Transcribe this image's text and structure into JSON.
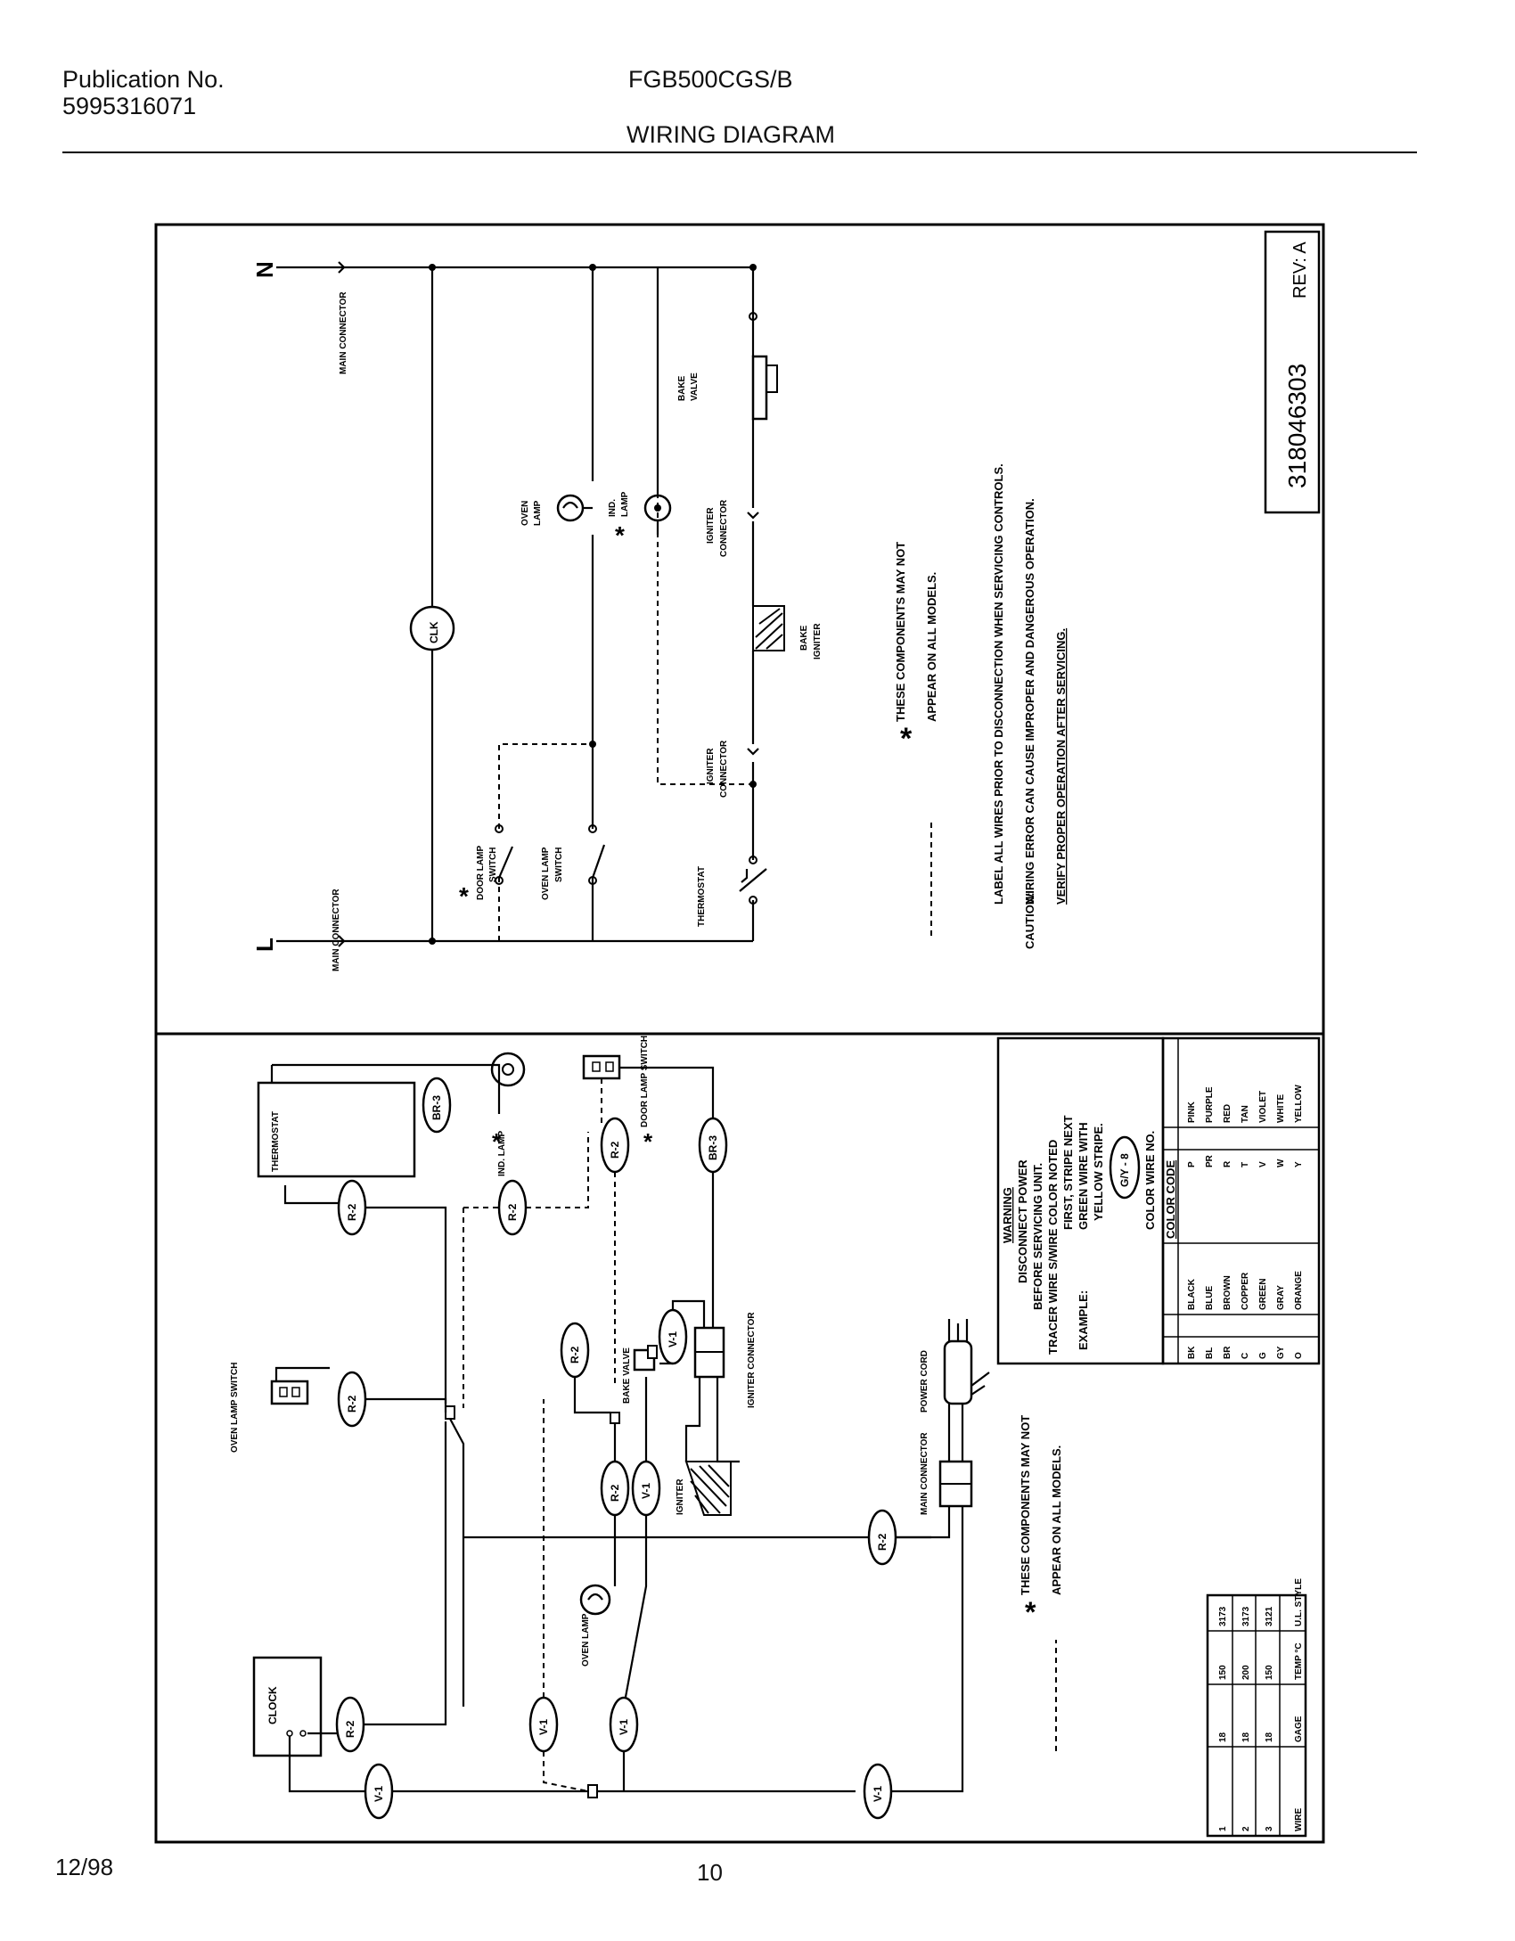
{
  "header": {
    "publication_label": "Publication No.",
    "publication_number": "5995316071",
    "model": "FGB500CGS/B",
    "title": "WIRING DIAGRAM"
  },
  "footer": {
    "date": "12/98",
    "page_number": "10"
  },
  "schematic": {
    "doc_number": "318046303",
    "revision": "REV: A",
    "neutral_label": "N",
    "line_label": "L",
    "main_connector_top": "MAIN CONNECTOR",
    "main_connector_bottom": "MAIN CONNECTOR",
    "clock_label": "CLK",
    "oven_lamp_line1": "OVEN",
    "oven_lamp_line2": "LAMP",
    "ind_lamp_line1": "IND.",
    "ind_lamp_line2": "LAMP",
    "bake_valve_line1": "BAKE",
    "bake_valve_line2": "VALVE",
    "igniter_connector_top_line1": "IGNITER",
    "igniter_connector_top_line2": "CONNECTOR",
    "bake_igniter_line1": "BAKE",
    "bake_igniter_line2": "IGNITER",
    "igniter_connector_bottom_line1": "IGNITER",
    "igniter_connector_bottom_line2": "CONNECTOR",
    "door_lamp_switch_line1": "DOOR LAMP",
    "door_lamp_switch_line2": "SWITCH",
    "oven_lamp_switch_line1": "OVEN LAMP",
    "oven_lamp_switch_line2": "SWITCH",
    "thermostat_label": "THERMOSTAT",
    "asterisk": "*",
    "note_components_line1": "THESE COMPONENTS MAY NOT",
    "note_components_line2": "APPEAR ON ALL MODELS.",
    "caution_label": "CAUTION:",
    "caution_line1": "LABEL ALL WIRES PRIOR TO DISCONNECTION WHEN SERVICING CONTROLS.",
    "caution_line2": "WIRING ERROR CAN CAUSE IMPROPER AND DANGEROUS OPERATION.",
    "caution_line3": "VERIFY PROPER OPERATION AFTER SERVICING."
  },
  "pictorial": {
    "thermostat_label": "THERMOSTAT",
    "ind_lamp_label": "IND. LAMP",
    "door_lamp_switch_label": "DOOR LAMP SWITCH",
    "oven_lamp_switch_label": "OVEN LAMP SWITCH",
    "bake_valve_label": "BAKE VALVE",
    "igniter_connector_label": "IGNITER CONNECTOR",
    "igniter_label": "IGNITER",
    "oven_lamp_label": "OVEN LAMP",
    "clock_label": "CLOCK",
    "main_connector_label": "MAIN CONNECTOR",
    "power_cord_label": "POWER CORD",
    "note_components_line1": "THESE COMPONENTS MAY NOT",
    "note_components_line2": "APPEAR ON ALL MODELS.",
    "wire_tags": [
      "BR-3",
      "R-2",
      "R-2",
      "R-2",
      "BR-3",
      "R-2",
      "R-2",
      "V-1",
      "V-1",
      "R-2",
      "R-2",
      "V-1",
      "V-1",
      "V-1",
      "V-1"
    ],
    "warning": {
      "title": "WARNING",
      "line1": "DISCONNECT POWER",
      "line2": "BEFORE SERVICING UNIT.",
      "line3": "TRACER WIRE S/WIRE COLOR NOTED",
      "line4": "FIRST, STRIPE NEXT",
      "example_label": "EXAMPLE:",
      "line5": "GREEN WIRE WITH",
      "line6": "YELLOW STRIPE.",
      "example_tag": "G/Y - 8",
      "color_wire_no": "COLOR WIRE NO."
    },
    "color_code": {
      "title": "COLOR CODE",
      "left": [
        {
          "code": "BK",
          "name": "BLACK"
        },
        {
          "code": "BL",
          "name": "BLUE"
        },
        {
          "code": "BR",
          "name": "BROWN"
        },
        {
          "code": "C",
          "name": "COPPER"
        },
        {
          "code": "G",
          "name": "GREEN"
        },
        {
          "code": "GY",
          "name": "GRAY"
        },
        {
          "code": "O",
          "name": "ORANGE"
        }
      ],
      "right": [
        {
          "code": "P",
          "name": "PINK"
        },
        {
          "code": "PR",
          "name": "PURPLE"
        },
        {
          "code": "R",
          "name": "RED"
        },
        {
          "code": "T",
          "name": "TAN"
        },
        {
          "code": "V",
          "name": "VIOLET"
        },
        {
          "code": "W",
          "name": "WHITE"
        },
        {
          "code": "Y",
          "name": "YELLOW"
        }
      ]
    },
    "wire_table": {
      "headers": [
        "WIRE",
        "GAGE",
        "TEMP °C",
        "U.L. STYLE"
      ],
      "rows": [
        [
          "1",
          "18",
          "150",
          "3173"
        ],
        [
          "2",
          "18",
          "200",
          "3173"
        ],
        [
          "3",
          "18",
          "150",
          "3121"
        ]
      ]
    }
  }
}
